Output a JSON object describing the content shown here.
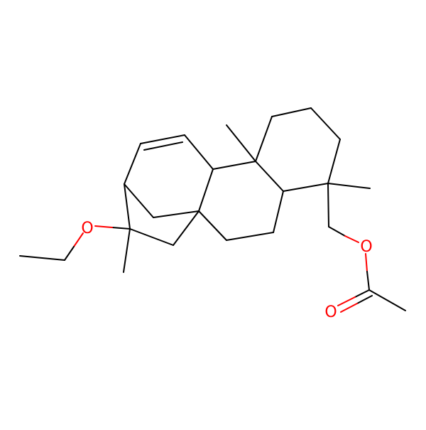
{
  "molecule": {
    "colors": {
      "bond": "#000000",
      "oxygen": "#ff0000",
      "background": "#ffffff"
    },
    "atom_labels": {
      "ether_oxygen": "O",
      "ester_oxygen": "O",
      "carbonyl_oxygen": "O"
    }
  }
}
